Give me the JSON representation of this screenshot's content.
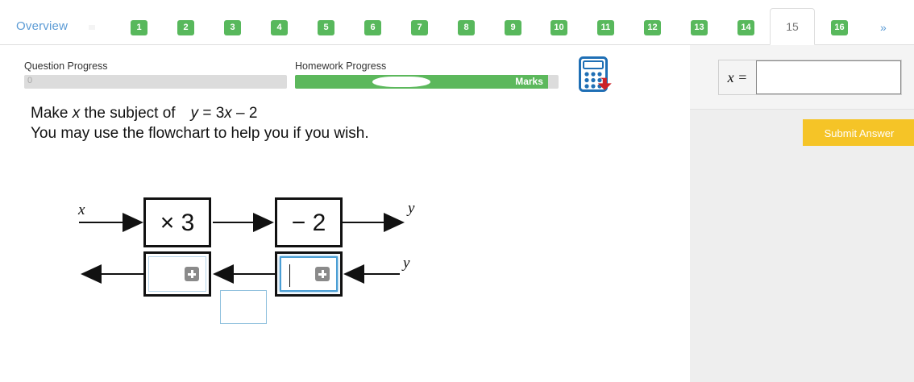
{
  "tabs": {
    "overview_label": "Overview",
    "numbers": [
      "1",
      "2",
      "3",
      "4",
      "5",
      "6",
      "7",
      "8",
      "9",
      "10",
      "11",
      "12",
      "13",
      "14",
      "16"
    ],
    "active_label": "15",
    "next_label": "»"
  },
  "progress": {
    "question_label": "Question Progress",
    "question_value_text": "0",
    "question_percent": 0,
    "homework_label": "Homework Progress",
    "homework_text": "Marks",
    "homework_percent": 96
  },
  "toolbar": {
    "calculator_icon": "calculator-icon"
  },
  "question": {
    "line1_a": "Make ",
    "line1_x": "x",
    "line1_b": " the subject of ",
    "line1_y": "y",
    "line1_c": " = 3",
    "line1_x2": "x",
    "line1_d": " – 2",
    "line2": "You may use the flowchart to help you if you wish."
  },
  "flowchart": {
    "input_var": "x",
    "op1": "× 3",
    "op2": "− 2",
    "output_var": "y",
    "reverse_output_var": "y",
    "answer_box_1": "",
    "answer_box_2": "",
    "plus_icon": "plus-icon",
    "popup_panel": ""
  },
  "answer": {
    "label": "x =",
    "value": "",
    "plus_icon": "plus-icon",
    "submit_label": "Submit Answer",
    "submit_color": "#f5c427"
  },
  "colors": {
    "tab_green": "#58b85c",
    "link_blue": "#5b9bd5",
    "progress_green": "#5cb85c",
    "panel_gray": "#eeeeee"
  }
}
